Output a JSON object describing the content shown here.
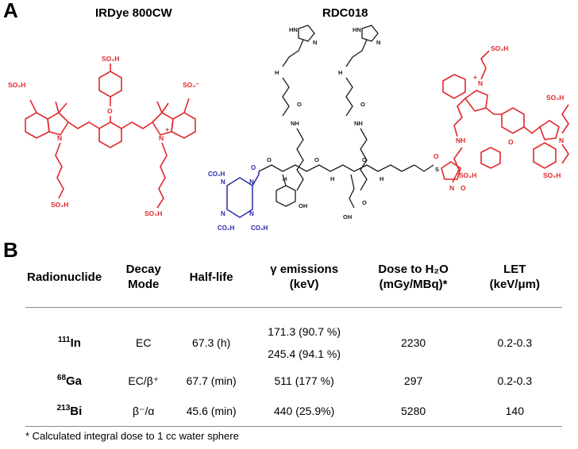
{
  "panel_a": {
    "letter": "A",
    "left_title": "IRDye 800CW",
    "right_title": "RDC018"
  },
  "panel_b": {
    "letter": "B",
    "headers": {
      "radionuclide": "Radionuclide",
      "decay_mode_1": "Decay",
      "decay_mode_2": "Mode",
      "half_life": "Half-life",
      "gamma_1": "γ emissions",
      "gamma_2": "(keV)",
      "dose_1": "Dose to H₂O",
      "dose_2": "(mGy/MBq)*",
      "let_1": "LET",
      "let_2": "(keV/μm)"
    },
    "rows": [
      {
        "mass": "111",
        "symbol": "In",
        "decay": "EC",
        "half_life": "67.3 (h)",
        "gamma": [
          "171.3 (90.7 %)",
          "245.4 (94.1 %)"
        ],
        "dose": "2230",
        "let": "0.2-0.3"
      },
      {
        "mass": "68",
        "symbol": "Ga",
        "decay": "EC/β⁺",
        "half_life": "67.7 (min)",
        "gamma": [
          "511 (177 %)"
        ],
        "dose": "297",
        "let": "0.2-0.3"
      },
      {
        "mass": "213",
        "symbol": "Bi",
        "decay": "β⁻/α",
        "half_life": "45.6 (min)",
        "gamma": [
          "440 (25.9%)"
        ],
        "dose": "5280",
        "let": "140"
      }
    ],
    "footnote": "* Calculated integral dose to 1 cc water sphere"
  },
  "labels": {
    "so3h": "SO₃H",
    "so3minus": "SO₃⁻",
    "o": "O",
    "n": "N",
    "nh": "NH",
    "hn": "HN",
    "h": "H",
    "s": "S",
    "oh": "OH",
    "co2h": "CO₂H",
    "plus": "+"
  },
  "colors": {
    "dye": "#e0282c",
    "chelator": "#2a2aa8",
    "peptide": "#1a1a1a",
    "rule": "#8a8a8a"
  }
}
